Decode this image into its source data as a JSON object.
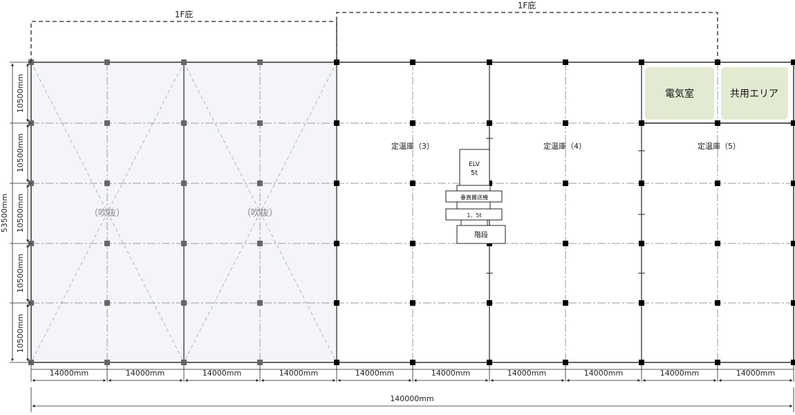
{
  "canopy_labels": [
    "1F庇",
    "1F庇"
  ],
  "voids": [
    "（吹抜）",
    "（吹抜）"
  ],
  "zones": [
    "定温庫（3）",
    "定温庫（4）",
    "定温庫（5）"
  ],
  "rooms": {
    "electrical": "電気室",
    "common": "共用エリア"
  },
  "core": {
    "elv_line1": "ELV",
    "elv_line2": "5t",
    "lift": "垂直搬送機",
    "lift_capacity": "1．5t",
    "stairs": "階段"
  },
  "dims": {
    "bay_widths": [
      "14000mm",
      "14000mm",
      "14000mm",
      "14000mm",
      "14000mm",
      "14000mm",
      "14000mm",
      "14000mm",
      "14000mm",
      "14000mm"
    ],
    "total_width": "140000mm",
    "bay_depths": [
      "10500mm",
      "10500mm",
      "10500mm",
      "10500mm",
      "10500mm"
    ],
    "total_depth": "53500mm"
  },
  "colors": {
    "void_fill": "#f3f5f9",
    "room_fill": "#e3ead2",
    "column_void": "#666666",
    "column": "#000000"
  }
}
